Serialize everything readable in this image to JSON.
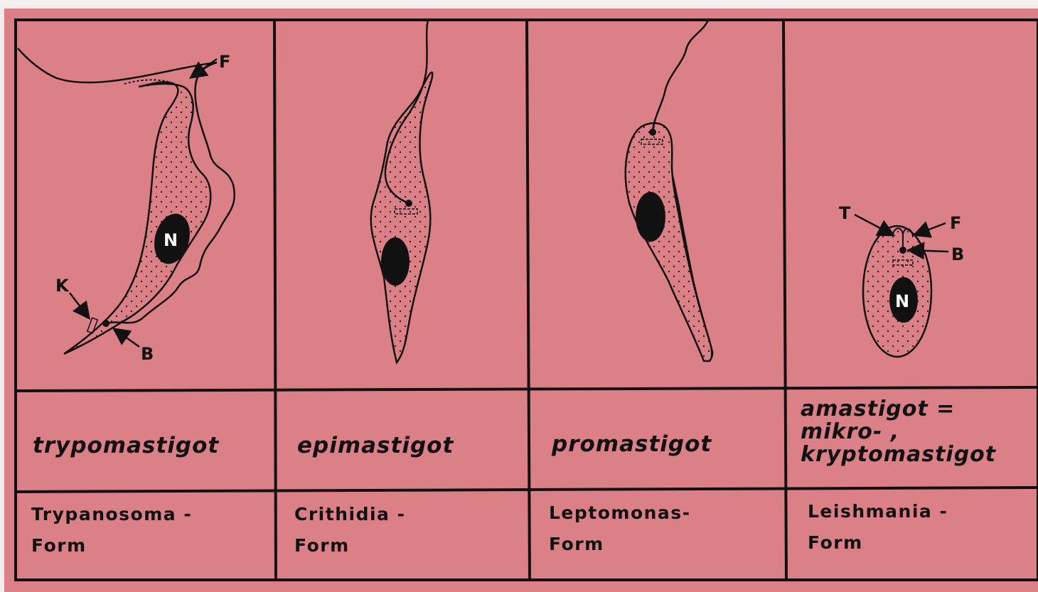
{
  "columns": [
    {
      "form_name": "trypomastigot",
      "genus_line1": "Trypanosoma -",
      "genus_line2": "Form",
      "markers": [
        "F",
        "N",
        "K",
        "B"
      ]
    },
    {
      "form_name": "epimastigot",
      "genus_line1": "Crithidia -",
      "genus_line2": "Form",
      "markers": []
    },
    {
      "form_name": "promastigot",
      "genus_line1": "Leptomonas-",
      "genus_line2": "Form",
      "markers": []
    },
    {
      "form_name_lines": [
        "amastigot =",
        "mikro- ,",
        "kryptomastigot"
      ],
      "genus_line1": "Leishmania -",
      "genus_line2": "Form",
      "markers": [
        "T",
        "F",
        "B",
        "N"
      ]
    }
  ],
  "colors": {
    "background": "#dc8088",
    "ink": "#111111"
  }
}
